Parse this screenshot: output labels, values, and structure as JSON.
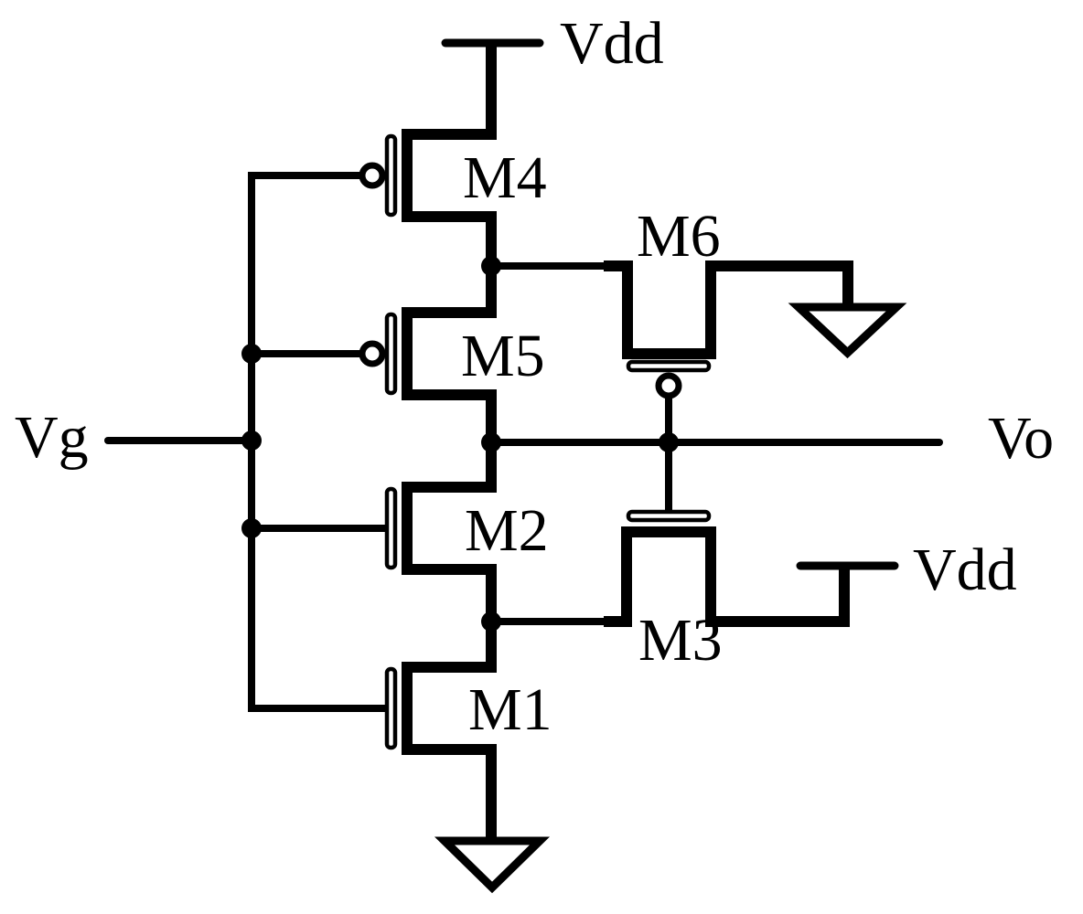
{
  "figure": {
    "kind": "cmos-transistor-circuit-schematic",
    "ink_color": "#000000",
    "background_color": "#ffffff",
    "labels": {
      "vdd_top": "Vdd",
      "vdd_right": "Vdd",
      "vg": "Vg",
      "vo": "Vo",
      "m1": "M1",
      "m2": "M2",
      "m3": "M3",
      "m4": "M4",
      "m5": "M5",
      "m6": "M6"
    },
    "components": {
      "transistors": [
        {
          "name": "M4",
          "type": "pmos",
          "orientation": "gate-left",
          "gate_net": "Vg"
        },
        {
          "name": "M5",
          "type": "pmos",
          "orientation": "gate-left",
          "gate_net": "Vg"
        },
        {
          "name": "M2",
          "type": "nmos",
          "orientation": "gate-left",
          "gate_net": "Vg"
        },
        {
          "name": "M1",
          "type": "nmos",
          "orientation": "gate-left",
          "gate_net": "Vg"
        },
        {
          "name": "M6",
          "type": "pmos",
          "orientation": "gate-down",
          "gate_net": "Vo"
        },
        {
          "name": "M3",
          "type": "nmos",
          "orientation": "gate-up",
          "gate_net": "Vo"
        }
      ],
      "supplies": [
        {
          "label": "Vdd",
          "position": "top"
        },
        {
          "label": "Vdd",
          "position": "right"
        }
      ],
      "grounds": [
        {
          "position": "bottom-center"
        },
        {
          "position": "upper-right"
        }
      ],
      "ports": [
        {
          "label": "Vg",
          "side": "left",
          "role": "input"
        },
        {
          "label": "Vo",
          "side": "right",
          "role": "output"
        }
      ]
    }
  }
}
